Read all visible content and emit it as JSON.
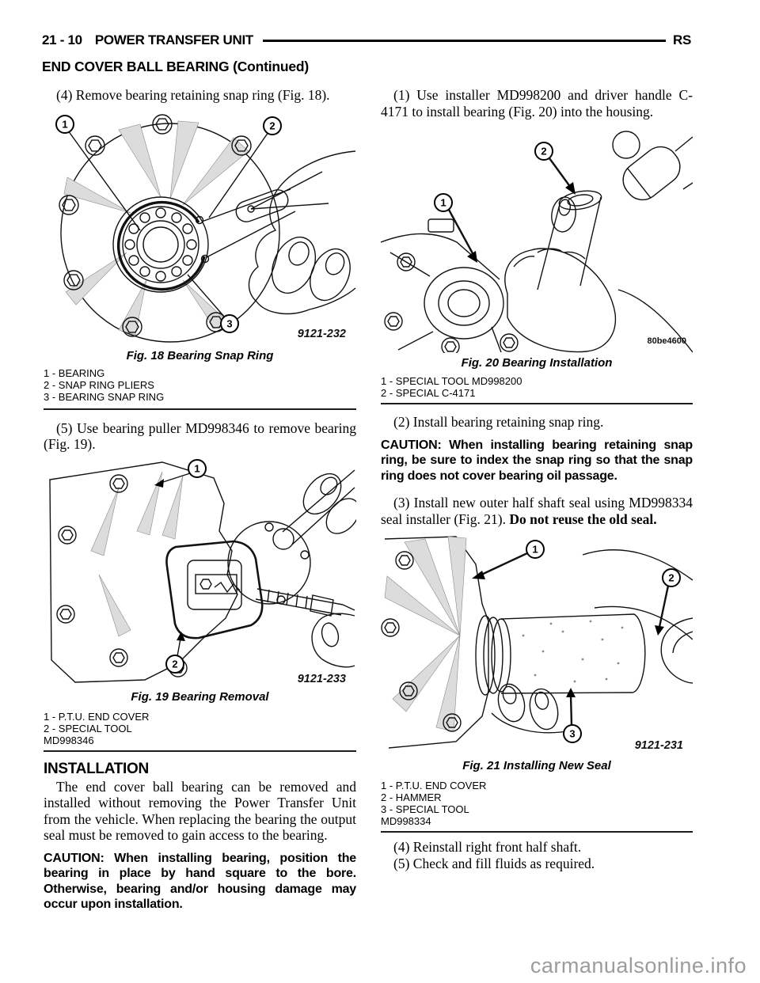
{
  "header": {
    "page_code": "21 - 10",
    "chapter_title": "POWER TRANSFER UNIT",
    "model_code": "RS"
  },
  "section_title": "END COVER BALL BEARING (Continued)",
  "watermark": "carmanualsonline.info",
  "left_column": {
    "step4": "(4) Remove bearing retaining snap ring (Fig. 18).",
    "fig18": {
      "caption": "Fig. 18 Bearing Snap Ring",
      "code": "9121-232",
      "callouts": [
        "1",
        "2",
        "3"
      ],
      "legend": [
        "1 - BEARING",
        "2 - SNAP RING PLIERS",
        "3 - BEARING SNAP RING"
      ]
    },
    "step5": "(5) Use bearing puller MD998346 to remove bearing (Fig. 19).",
    "fig19": {
      "caption": "Fig. 19 Bearing Removal",
      "code": "9121-233",
      "callouts": [
        "1",
        "2"
      ],
      "legend": [
        "1 - P.T.U. END COVER",
        "2 - SPECIAL TOOL",
        "MD998346"
      ]
    },
    "installation_heading": "INSTALLATION",
    "installation_paragraph": "The end cover ball bearing can be removed and installed without removing the Power Transfer Unit from the vehicle. When replacing the bearing the output seal must be removed to gain access to the bearing.",
    "caution": "CAUTION: When installing bearing, position the bearing in place by hand square to the bore. Otherwise, bearing and/or housing damage may occur upon installation."
  },
  "right_column": {
    "step1": "(1) Use installer MD998200 and driver handle C-4171 to install bearing (Fig. 20) into the housing.",
    "fig20": {
      "caption": "Fig. 20 Bearing Installation",
      "code": "80be4600",
      "callouts": [
        "1",
        "2"
      ],
      "legend": [
        "1 - SPECIAL TOOL MD998200",
        "2 - SPECIAL C-4171"
      ]
    },
    "step2": "(2) Install bearing retaining snap ring.",
    "caution": "CAUTION: When installing bearing retaining snap ring, be sure to index the snap ring so that the snap ring does not cover bearing oil passage.",
    "step3_text": "(3) Install new outer half shaft seal using MD998334 seal installer (Fig. 21). ",
    "step3_bold": "Do not reuse the old seal.",
    "fig21": {
      "caption": "Fig. 21 Installing New Seal",
      "code": "9121-231",
      "callouts": [
        "1",
        "2",
        "3"
      ],
      "legend": [
        "1 - P.T.U. END COVER",
        "2 - HAMMER",
        "3 - SPECIAL TOOL",
        "MD998334"
      ]
    },
    "step4": "(4) Reinstall right front half shaft.",
    "step5": "(5) Check and fill fluids as required."
  }
}
